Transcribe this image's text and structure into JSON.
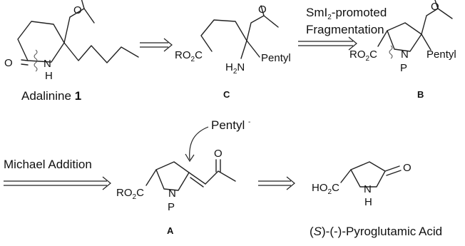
{
  "arrows": {
    "step1": "SmI",
    "step1_sub": "2",
    "step1_end": "-promoted",
    "step1_line2": "Fragmentation",
    "step2": "Michael Addition",
    "nucleophile": "Pentyl",
    "nucleophile_charge": "-"
  },
  "compounds": {
    "adalinine": {
      "name": "Adalinine",
      "number": "1",
      "atoms": {
        "o1": "O",
        "o2": "O",
        "nh_n": "N",
        "nh_h": "H"
      }
    },
    "c": {
      "label": "C",
      "atoms": {
        "ro2c": "RO",
        "ro2c_sub": "2",
        "ro2c_c": "C",
        "h2n": "H",
        "h2n_sub": "2",
        "h2n_n": "N",
        "pentyl": "Pentyl",
        "o": "O"
      }
    },
    "b": {
      "label": "B",
      "atoms": {
        "ro2c": "RO",
        "ro2c_sub": "2",
        "ro2c_c": "C",
        "n": "N",
        "p": "P",
        "pentyl": "Pentyl",
        "o": "O"
      }
    },
    "a": {
      "label": "A",
      "atoms": {
        "ro2c": "RO",
        "ro2c_sub": "2",
        "ro2c_c": "C",
        "n": "N",
        "p": "P",
        "o": "O"
      }
    },
    "pyroglutamic": {
      "prefix": "(",
      "stereo": "S",
      "name": ")-(-)-Pyroglutamic Acid",
      "atoms": {
        "ho2c": "HO",
        "ho2c_sub": "2",
        "ho2c_c": "C",
        "n": "N",
        "h": "H",
        "o": "O"
      }
    }
  },
  "colors": {
    "ink": "#111111",
    "background": "#ffffff"
  }
}
